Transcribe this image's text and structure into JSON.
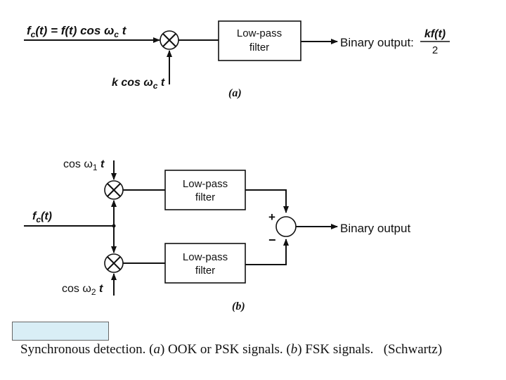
{
  "part_a": {
    "input_label": "f",
    "input_sub": "c",
    "input_rest": "(t) = f(t) cos ω",
    "input_sub2": "c",
    "input_tail": " t",
    "carrier_prefix": "k cos ω",
    "carrier_sub": "c",
    "carrier_tail": " t",
    "filter_line1": "Low-pass",
    "filter_line2": "filter",
    "output_label": "Binary output:",
    "output_num": "kf(t)",
    "output_den": "2",
    "tag": "(a)"
  },
  "part_b": {
    "carrier1_prefix": "cos ω",
    "carrier1_sub": "1",
    "carrier1_tail": " t",
    "carrier2_prefix": "cos ω",
    "carrier2_sub": "2",
    "carrier2_tail": " t",
    "input_label": "f",
    "input_sub": "c",
    "input_tail": "(t)",
    "filter_top_line1": "Low-pass",
    "filter_top_line2": "filter",
    "filter_bottom_line1": "Low-pass",
    "filter_bottom_line2": "filter",
    "plus": "+",
    "minus": "−",
    "output_label": "Binary output",
    "tag": "(b)"
  },
  "caption": {
    "prefix": "Synchronous detection. (",
    "a": "a",
    "mid1": ") OOK or PSK signals. (",
    "b": "b",
    "mid2": ") FSK signals.",
    "source": "(Schwartz)"
  }
}
